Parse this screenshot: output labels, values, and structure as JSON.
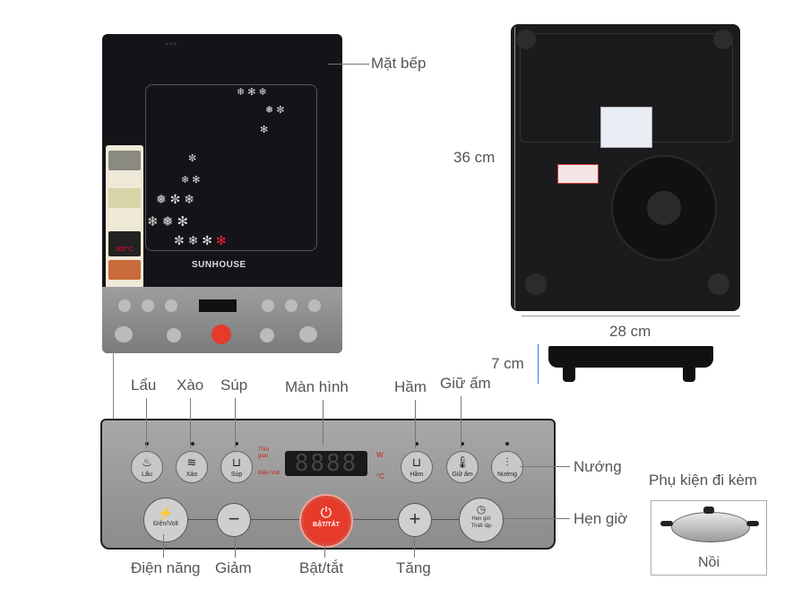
{
  "labels": {
    "mat_bep": "Mặt bếp",
    "height": "36 cm",
    "width": "28 cm",
    "depth": "7 cm",
    "lau": "Lẩu",
    "xao": "Xào",
    "sup": "Súp",
    "man_hinh": "Màn hình",
    "ham": "Hầm",
    "giu_am": "Giữ ấm",
    "nuong": "Nướng",
    "hen_gio": "Hẹn giờ",
    "dien_nang": "Điện năng",
    "giam": "Giảm",
    "bat_tat": "Bật/tắt",
    "tang": "Tăng",
    "phu_kien": "Phụ kiện đi kèm",
    "noi": "Nồi"
  },
  "cooktop": {
    "brand": "SUNHOUSE",
    "promo_temp": "600°C"
  },
  "panel": {
    "buttons": {
      "lau": "Lẩu",
      "xao": "Xào",
      "sup": "Súp",
      "ham": "Hầm",
      "giu_am": "Giữ ấm",
      "nuong": "Nướng",
      "dien_nang": "Điện/Volt",
      "bat_tat": "BẬT/TẮT",
      "hen_gio": "Hẹn giờ",
      "thiet_lap": "Thiết lập"
    },
    "display": "8888",
    "indicators": {
      "thoi_gian": "Thời gian",
      "dien_volt": "Điện Volt",
      "w": "W",
      "c": "°C"
    }
  },
  "icons": [
    "pot-icon",
    "wok-icon",
    "soup-icon",
    "stew-icon",
    "thermometer-icon",
    "grill-icon",
    "power-icon",
    "minus-icon",
    "plus-icon",
    "clock-icon",
    "energy-icon"
  ]
}
